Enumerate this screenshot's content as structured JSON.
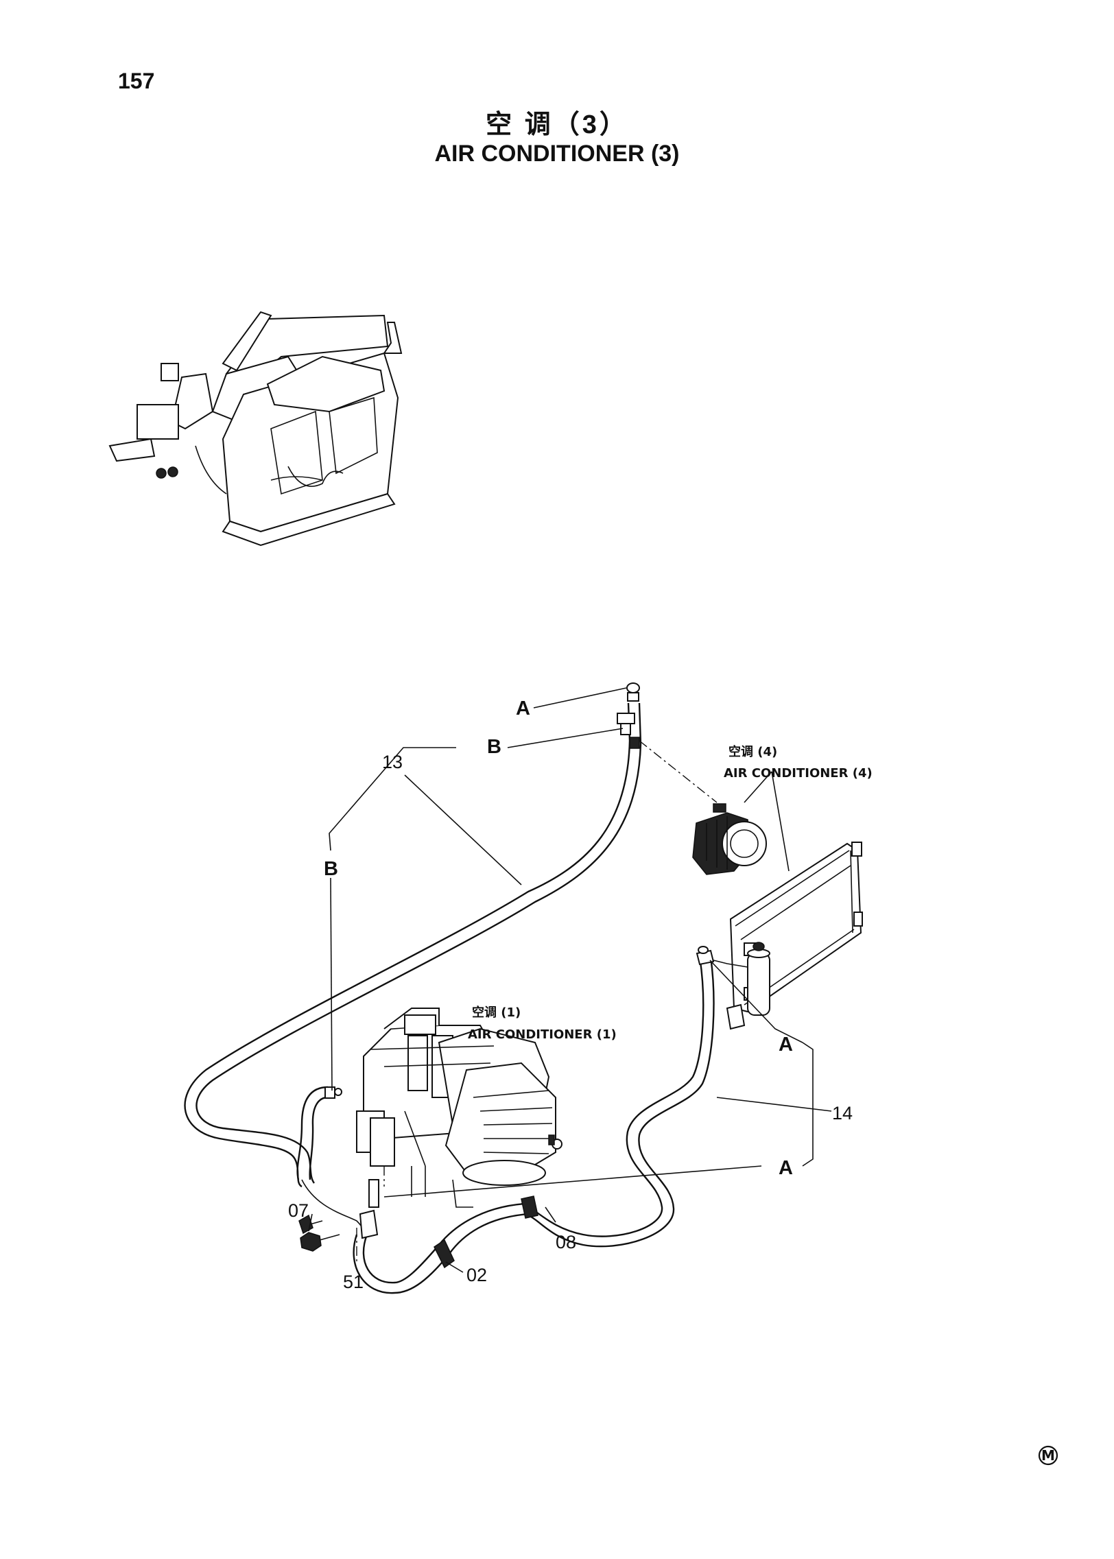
{
  "page": {
    "number": "157",
    "title_cn": "空 调（3）",
    "title_en": "AIR CONDITIONER (3)"
  },
  "references": {
    "ac4_cn": "空调 (4)",
    "ac4_en": "AIR CONDITIONER (4)",
    "ac1_cn": "空调 (1)",
    "ac1_en": "AIR CONDITIONER (1)"
  },
  "callouts": {
    "a_top": "A",
    "b_top": "B",
    "b_left": "B",
    "a_right_upper": "A",
    "a_right_lower": "A",
    "part_13": "13",
    "part_14": "14",
    "part_07": "07",
    "part_51": "51",
    "part_02": "02",
    "part_08": "08"
  },
  "manufacturer_mark": "M"
}
